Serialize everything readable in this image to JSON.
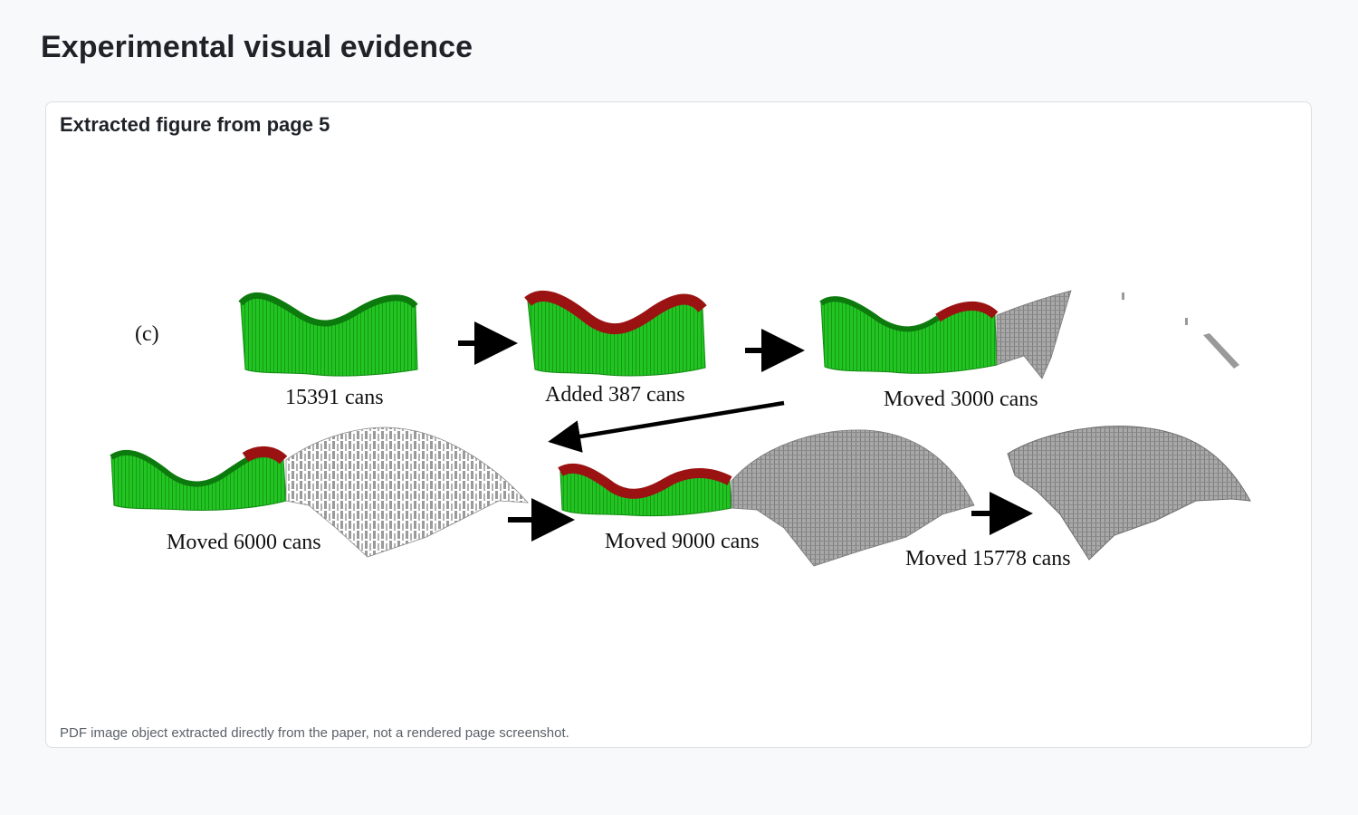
{
  "page": {
    "title": "Experimental visual evidence"
  },
  "card": {
    "title": "Extracted figure from page 5",
    "caption": "PDF image object extracted directly from the paper, not a rendered page screenshot."
  },
  "figure": {
    "panel_label": "(c)",
    "stages": [
      {
        "label": "15391 cans"
      },
      {
        "label": "Added 387 cans"
      },
      {
        "label": "Moved 3000 cans"
      },
      {
        "label": "Moved 6000 cans"
      },
      {
        "label": "Moved 9000 cans"
      },
      {
        "label": "Moved 15778 cans"
      }
    ],
    "colors": {
      "original_cans": "#22c422",
      "added_cans": "#9b1212",
      "moved_cans": "#9a9a9a",
      "arrow": "#000000"
    }
  }
}
